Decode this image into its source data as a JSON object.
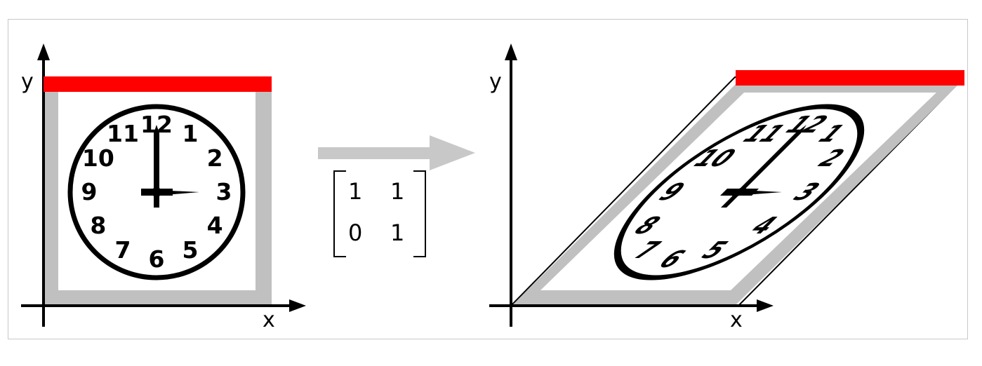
{
  "axes": {
    "x_label": "x",
    "y_label": "y"
  },
  "clock": {
    "numbers": [
      "12",
      "1",
      "2",
      "3",
      "4",
      "5",
      "6",
      "7",
      "8",
      "9",
      "10",
      "11"
    ],
    "time": "3:00"
  },
  "matrix": {
    "rows": [
      [
        "1",
        "1"
      ],
      [
        "0",
        "1"
      ]
    ]
  },
  "colors": {
    "top_edge": "#ff0000",
    "frame": "#c0c0c0",
    "arrow": "#c8c8c8",
    "ink": "#000000"
  },
  "icons": {
    "transform_arrow": "arrow-right-icon"
  }
}
